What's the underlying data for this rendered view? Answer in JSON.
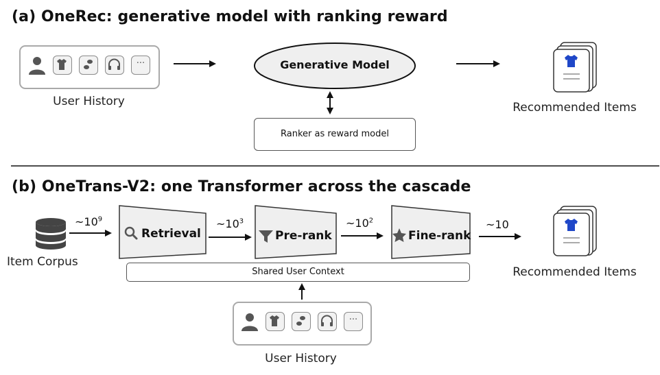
{
  "section_a": {
    "title": "(a) OneRec: generative model with ranking reward",
    "user_history_label": "User History",
    "generative_model_label": "Generative Model",
    "ranker_label": "Ranker as reward model",
    "recommended_items_label": "Recommended Items",
    "history_icons": [
      "user-icon",
      "shirt-icon",
      "shoes-icon",
      "headphones-icon",
      "more-icon"
    ]
  },
  "section_b": {
    "title": "(b) OneTrans-V2: one Transformer across the cascade",
    "item_corpus_label": "Item Corpus",
    "count_1": {
      "base": "~10",
      "exp": "9"
    },
    "count_2": {
      "base": "~10",
      "exp": "3"
    },
    "count_3": {
      "base": "~10",
      "exp": "2"
    },
    "count_4": {
      "base": "~10",
      "exp": ""
    },
    "stages": [
      "Retrieval",
      "Pre-rank",
      "Fine-rank"
    ],
    "stage_icons": [
      "search-icon",
      "filter-icon",
      "star-icon"
    ],
    "shared_context_label": "Shared User Context",
    "user_history_label": "User History",
    "recommended_items_label": "Recommended Items"
  },
  "colors": {
    "shirt_blue": "#1f47c8",
    "panel_fill": "#efefef",
    "icon_gray": "#555555"
  }
}
